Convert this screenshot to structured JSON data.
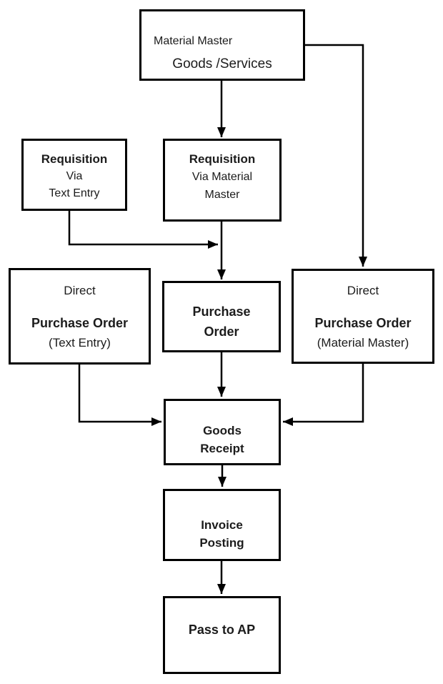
{
  "colors": {
    "ink": "#000000",
    "background": "#ffffff"
  },
  "nodes": {
    "material_master": {
      "line1": "Material Master",
      "line2": "Goods /Services"
    },
    "requisition_text_entry": {
      "line1": "Requisition",
      "line2": "Via",
      "line3": "Text Entry"
    },
    "requisition_material_master": {
      "line1": "Requisition",
      "line2": "Via Material",
      "line3": "Master"
    },
    "direct_po_text_entry": {
      "line1": "Direct",
      "line2": "Purchase Order",
      "line3": "(Text Entry)"
    },
    "purchase_order": {
      "line1": "Purchase",
      "line2": "Order"
    },
    "direct_po_material_master": {
      "line1": "Direct",
      "line2": "Purchase Order",
      "line3": "(Material Master)"
    },
    "goods_receipt": {
      "line1": "Goods",
      "line2": "Receipt"
    },
    "invoice_posting": {
      "line1": "Invoice",
      "line2": "Posting"
    },
    "pass_to_ap": {
      "line1": "Pass to AP"
    }
  },
  "edges": [
    {
      "from": "material_master",
      "to": "requisition_material_master"
    },
    {
      "from": "material_master",
      "to": "direct_po_material_master"
    },
    {
      "from": "requisition_text_entry",
      "to": "purchase_order"
    },
    {
      "from": "requisition_material_master",
      "to": "purchase_order"
    },
    {
      "from": "direct_po_text_entry",
      "to": "goods_receipt"
    },
    {
      "from": "purchase_order",
      "to": "goods_receipt"
    },
    {
      "from": "direct_po_material_master",
      "to": "goods_receipt"
    },
    {
      "from": "goods_receipt",
      "to": "invoice_posting"
    },
    {
      "from": "invoice_posting",
      "to": "pass_to_ap"
    }
  ]
}
